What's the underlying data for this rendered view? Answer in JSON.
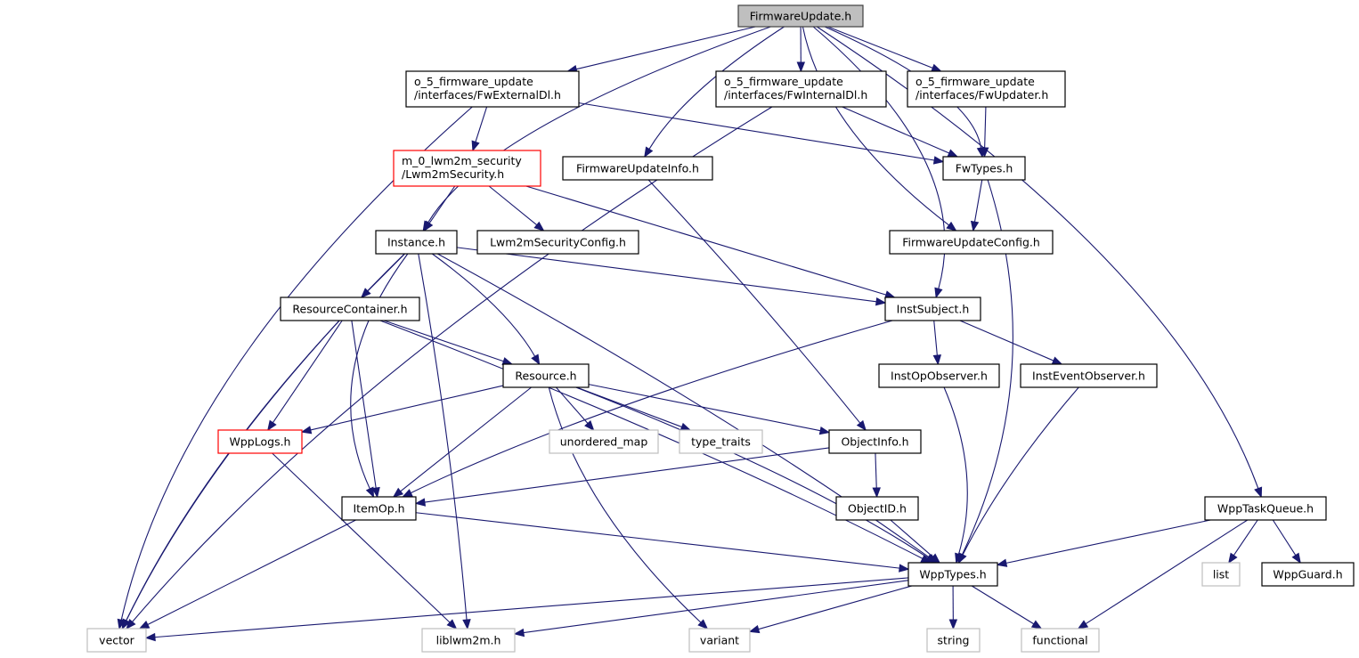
{
  "title": "FirmwareUpdate.h",
  "colors": {
    "edge": "#191970",
    "root_fill": "#bfbfbf",
    "root_border": "#404040",
    "normal_border": "#000000",
    "truncated_border": "#ff0000",
    "external_border": "#bfbfbf"
  },
  "nodes": [
    {
      "id": "FirmwareUpdate",
      "lines": [
        "FirmwareUpdate.h"
      ],
      "kind": "root"
    },
    {
      "id": "FwExternalDl",
      "lines": [
        "o_5_firmware_update",
        "/interfaces/FwExternalDl.h"
      ],
      "kind": "normal"
    },
    {
      "id": "FwInternalDl",
      "lines": [
        "o_5_firmware_update",
        "/interfaces/FwInternalDl.h"
      ],
      "kind": "normal"
    },
    {
      "id": "FwUpdater",
      "lines": [
        "o_5_firmware_update",
        "/interfaces/FwUpdater.h"
      ],
      "kind": "normal"
    },
    {
      "id": "Lwm2mSecurity",
      "lines": [
        "m_0_lwm2m_security",
        "/Lwm2mSecurity.h"
      ],
      "kind": "truncated"
    },
    {
      "id": "FirmwareUpdateInfo",
      "lines": [
        "FirmwareUpdateInfo.h"
      ],
      "kind": "normal"
    },
    {
      "id": "FwTypes",
      "lines": [
        "FwTypes.h"
      ],
      "kind": "normal"
    },
    {
      "id": "Instance",
      "lines": [
        "Instance.h"
      ],
      "kind": "normal"
    },
    {
      "id": "Lwm2mSecurityConfig",
      "lines": [
        "Lwm2mSecurityConfig.h"
      ],
      "kind": "normal"
    },
    {
      "id": "FirmwareUpdateConfig",
      "lines": [
        "FirmwareUpdateConfig.h"
      ],
      "kind": "normal"
    },
    {
      "id": "ResourceContainer",
      "lines": [
        "ResourceContainer.h"
      ],
      "kind": "normal"
    },
    {
      "id": "InstSubject",
      "lines": [
        "InstSubject.h"
      ],
      "kind": "normal"
    },
    {
      "id": "Resource",
      "lines": [
        "Resource.h"
      ],
      "kind": "normal"
    },
    {
      "id": "InstOpObserver",
      "lines": [
        "InstOpObserver.h"
      ],
      "kind": "normal"
    },
    {
      "id": "InstEventObserver",
      "lines": [
        "InstEventObserver.h"
      ],
      "kind": "normal"
    },
    {
      "id": "WppLogs",
      "lines": [
        "WppLogs.h"
      ],
      "kind": "truncated"
    },
    {
      "id": "unordered_map",
      "lines": [
        "unordered_map"
      ],
      "kind": "external"
    },
    {
      "id": "type_traits",
      "lines": [
        "type_traits"
      ],
      "kind": "external"
    },
    {
      "id": "ObjectInfo",
      "lines": [
        "ObjectInfo.h"
      ],
      "kind": "normal"
    },
    {
      "id": "ItemOp",
      "lines": [
        "ItemOp.h"
      ],
      "kind": "normal"
    },
    {
      "id": "ObjectID",
      "lines": [
        "ObjectID.h"
      ],
      "kind": "normal"
    },
    {
      "id": "WppTaskQueue",
      "lines": [
        "WppTaskQueue.h"
      ],
      "kind": "normal"
    },
    {
      "id": "WppTypes",
      "lines": [
        "WppTypes.h"
      ],
      "kind": "normal"
    },
    {
      "id": "list",
      "lines": [
        "list"
      ],
      "kind": "external"
    },
    {
      "id": "WppGuard",
      "lines": [
        "WppGuard.h"
      ],
      "kind": "normal"
    },
    {
      "id": "vector",
      "lines": [
        "vector"
      ],
      "kind": "external"
    },
    {
      "id": "liblwm2m",
      "lines": [
        "liblwm2m.h"
      ],
      "kind": "external"
    },
    {
      "id": "variant",
      "lines": [
        "variant"
      ],
      "kind": "external"
    },
    {
      "id": "string",
      "lines": [
        "string"
      ],
      "kind": "external"
    },
    {
      "id": "functional",
      "lines": [
        "functional"
      ],
      "kind": "external"
    }
  ],
  "edges": [
    [
      "FirmwareUpdate",
      "FwExternalDl"
    ],
    [
      "FirmwareUpdate",
      "FwInternalDl"
    ],
    [
      "FirmwareUpdate",
      "FwUpdater"
    ],
    [
      "FirmwareUpdate",
      "FirmwareUpdateInfo"
    ],
    [
      "FirmwareUpdate",
      "FwTypes"
    ],
    [
      "FirmwareUpdate",
      "Instance"
    ],
    [
      "FirmwareUpdate",
      "FirmwareUpdateConfig"
    ],
    [
      "FirmwareUpdate",
      "InstSubject"
    ],
    [
      "FirmwareUpdate",
      "WppTaskQueue"
    ],
    [
      "FwExternalDl",
      "Lwm2mSecurity"
    ],
    [
      "FwExternalDl",
      "FwTypes"
    ],
    [
      "FwExternalDl",
      "vector"
    ],
    [
      "FwInternalDl",
      "FwTypes"
    ],
    [
      "FwInternalDl",
      "vector"
    ],
    [
      "FwUpdater",
      "FwTypes"
    ],
    [
      "Lwm2mSecurity",
      "Instance"
    ],
    [
      "Lwm2mSecurity",
      "Lwm2mSecurityConfig"
    ],
    [
      "Lwm2mSecurity",
      "InstSubject"
    ],
    [
      "FirmwareUpdateInfo",
      "ObjectInfo"
    ],
    [
      "FwTypes",
      "FirmwareUpdateConfig"
    ],
    [
      "FwTypes",
      "WppTypes"
    ],
    [
      "Instance",
      "ResourceContainer"
    ],
    [
      "Instance",
      "InstSubject"
    ],
    [
      "Instance",
      "Resource"
    ],
    [
      "Instance",
      "ItemOp"
    ],
    [
      "Instance",
      "WppTypes"
    ],
    [
      "Instance",
      "vector"
    ],
    [
      "Instance",
      "liblwm2m"
    ],
    [
      "ResourceContainer",
      "Resource"
    ],
    [
      "ResourceContainer",
      "WppLogs"
    ],
    [
      "ResourceContainer",
      "ItemOp"
    ],
    [
      "ResourceContainer",
      "WppTypes"
    ],
    [
      "ResourceContainer",
      "vector"
    ],
    [
      "InstSubject",
      "InstOpObserver"
    ],
    [
      "InstSubject",
      "InstEventObserver"
    ],
    [
      "InstSubject",
      "ItemOp"
    ],
    [
      "Resource",
      "WppLogs"
    ],
    [
      "Resource",
      "unordered_map"
    ],
    [
      "Resource",
      "type_traits"
    ],
    [
      "Resource",
      "ObjectInfo"
    ],
    [
      "Resource",
      "ItemOp"
    ],
    [
      "Resource",
      "WppTypes"
    ],
    [
      "Resource",
      "variant"
    ],
    [
      "InstOpObserver",
      "WppTypes"
    ],
    [
      "InstEventObserver",
      "WppTypes"
    ],
    [
      "WppLogs",
      "liblwm2m"
    ],
    [
      "ObjectInfo",
      "ObjectID"
    ],
    [
      "ObjectInfo",
      "ItemOp"
    ],
    [
      "ObjectID",
      "WppTypes"
    ],
    [
      "ItemOp",
      "WppTypes"
    ],
    [
      "ItemOp",
      "vector"
    ],
    [
      "WppTaskQueue",
      "WppTypes"
    ],
    [
      "WppTaskQueue",
      "list"
    ],
    [
      "WppTaskQueue",
      "WppGuard"
    ],
    [
      "WppTaskQueue",
      "functional"
    ],
    [
      "WppTypes",
      "vector"
    ],
    [
      "WppTypes",
      "liblwm2m"
    ],
    [
      "WppTypes",
      "variant"
    ],
    [
      "WppTypes",
      "string"
    ],
    [
      "WppTypes",
      "functional"
    ]
  ]
}
